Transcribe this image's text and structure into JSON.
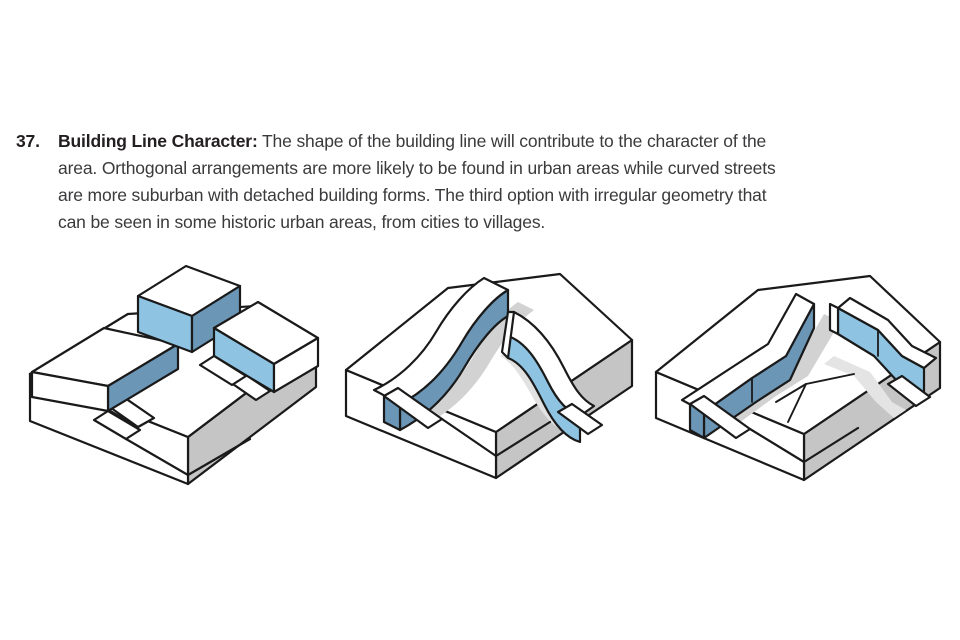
{
  "entry": {
    "number": "37.",
    "title": "Building Line Character:",
    "text": " The shape of the building line will contribute to the character of the area. Orthogonal arrangements are more likely to be found in urban areas while curved streets are more suburban with detached building forms. The third option with irregular geometry that can be seen in some historic urban areas, from cities to villages."
  },
  "figures": [
    {
      "id": "diagram-orthogonal",
      "label": "Orthogonal arrangement block diagram",
      "description": "Axonometric block with three rectilinear building volumes arranged on a straight grid, one detached cube floating above the plate."
    },
    {
      "id": "diagram-curved",
      "label": "Curved street block diagram",
      "description": "Axonometric block with two sweeping S-curved building walls forming a curved street between them."
    },
    {
      "id": "diagram-irregular",
      "label": "Irregular geometry block diagram",
      "description": "Axonometric block with angular, kinked building walls forming an irregular historic street pattern."
    }
  ],
  "colors": {
    "ink": "#1a1a1a",
    "text_body": "#3a3a3c",
    "text_heading": "#231f20",
    "blue_light": "#8ec4e2",
    "blue_dark": "#6b96b6",
    "blue_mid": "#7badcd",
    "gray_base": "#c5c5c5",
    "gray_shadow": "#d0d0d0",
    "white_face": "#ffffff",
    "background": "#ffffff"
  }
}
